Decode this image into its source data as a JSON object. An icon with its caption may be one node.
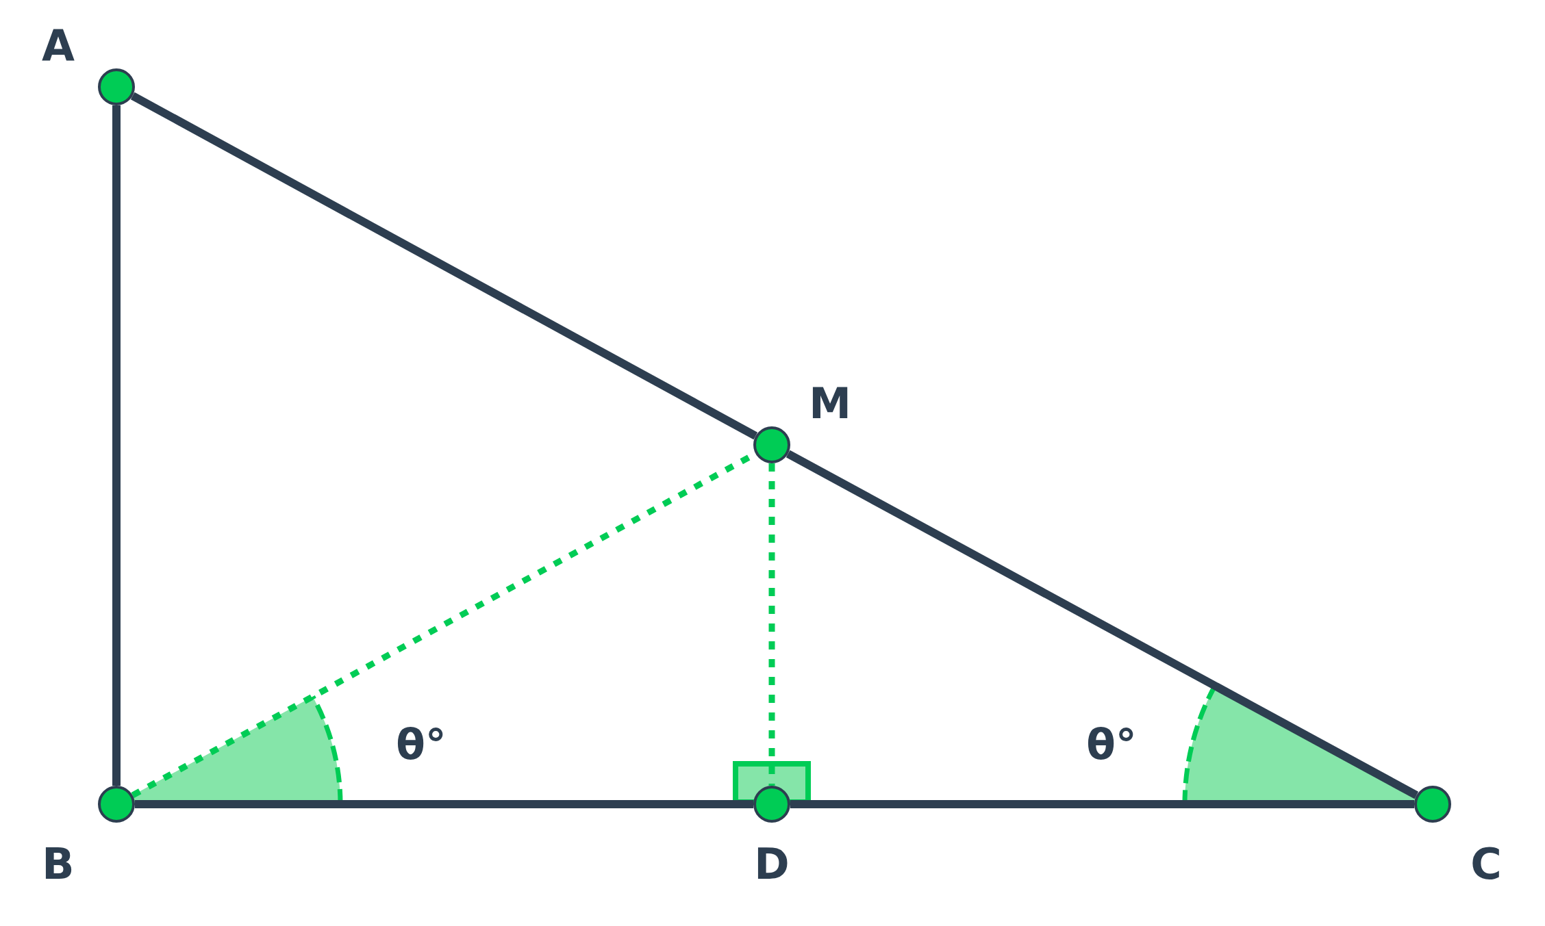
{
  "diagram": {
    "nodes": [
      {
        "text": [],
        "shape": "circle",
        "beside": [
          "A"
        ]
      },
      {
        "text": [],
        "shape": "circle",
        "beside": [
          "M"
        ]
      },
      {
        "text": [],
        "shape": "circle",
        "beside": [
          "B"
        ]
      },
      {
        "text": [],
        "shape": "circle",
        "beside": [
          "D"
        ]
      },
      {
        "text": [],
        "shape": "circle",
        "beside": [
          "C"
        ]
      }
    ],
    "edges": [
      {
        "from": 0,
        "to": 2,
        "arrow": "none"
      },
      {
        "from": 0,
        "to": 1,
        "arrow": "none"
      },
      {
        "from": 1,
        "to": 4,
        "arrow": "none"
      },
      {
        "from": 2,
        "to": 3,
        "arrow": "none"
      },
      {
        "from": 3,
        "to": 4,
        "arrow": "none"
      },
      {
        "from": 2,
        "to": 1,
        "arrow": "none",
        "style": "dashed",
        "color": "#00cc55"
      },
      {
        "from": 1,
        "to": 3,
        "arrow": "none",
        "style": "dashed",
        "color": "#00cc55"
      }
    ],
    "labels": [
      "θ°",
      "θ°"
    ]
  }
}
